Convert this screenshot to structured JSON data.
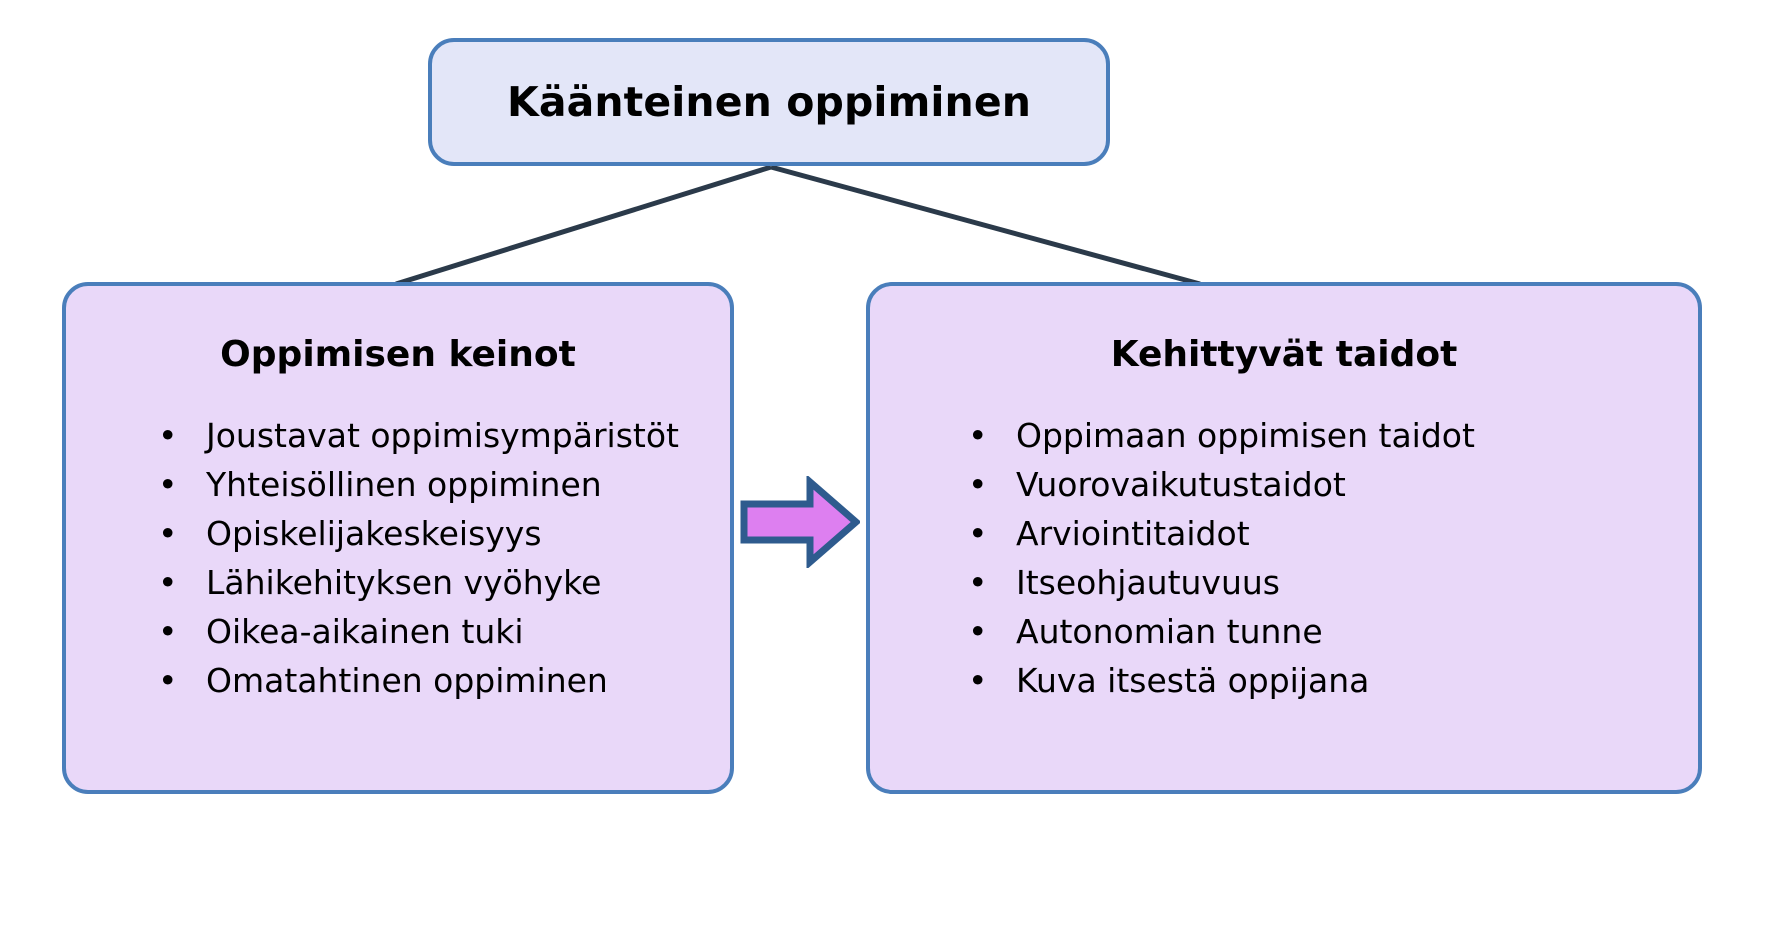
{
  "diagram": {
    "title_node": {
      "label": "Käänteinen oppiminen",
      "fill_color": "#e3e6f8",
      "border_color": "#4a7ebb"
    },
    "branches": [
      {
        "id": "oppimisen-keinot",
        "title": "Oppimisen keinot",
        "fill_color": "#e9d8f9",
        "border_color": "#4a7ebb",
        "bullet_glyph": "•",
        "items": [
          "Joustavat oppimisympäristöt",
          "Yhteisöllinen oppiminen",
          "Opiskelijakeskeisyys",
          "Lähikehityksen vyöhyke",
          "Oikea-aikainen tuki",
          "Omatahtinen oppiminen"
        ]
      },
      {
        "id": "kehittyvat-taidot",
        "title": "Kehittyvät taidot",
        "fill_color": "#e9d8f9",
        "border_color": "#4a7ebb",
        "bullet_glyph": "•",
        "items": [
          "Oppimaan oppimisen taidot",
          "Vuorovaikutustaidot",
          "Arviointitaidot",
          "Itseohjautuvuus",
          "Autonomian tunne",
          "Kuva itsestä oppijana"
        ]
      }
    ],
    "connectors": {
      "line_color": "#2b3a4a",
      "line_width": 5
    },
    "flow_arrow": {
      "direction": "right",
      "fill_color": "#dd7ff0",
      "border_color": "#2e5b8e"
    }
  }
}
